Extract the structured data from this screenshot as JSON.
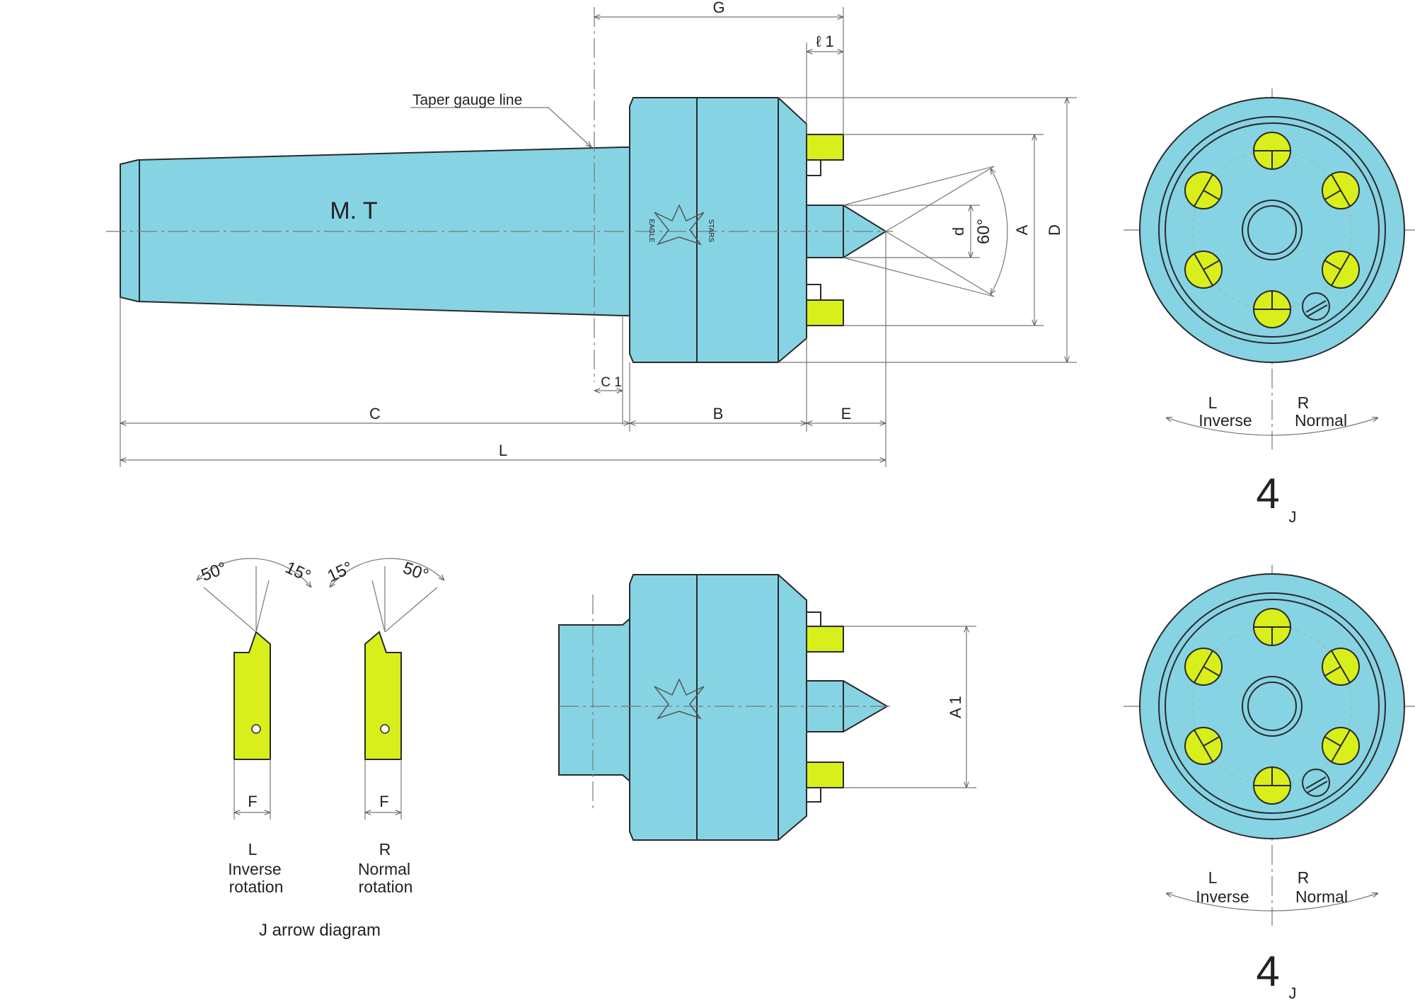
{
  "colors": {
    "body": "#86d3e3",
    "insert": "#d8ef1c",
    "line": "#2a2a2a",
    "dim": "#777777"
  },
  "labels": {
    "taper_gauge_line": "Taper gauge line",
    "mt": "M. T",
    "logo_top": "EAGLE",
    "logo_bottom": "STARS",
    "dim_G": "G",
    "dim_l1": "ℓ 1",
    "dim_C1": "C 1",
    "dim_C": "C",
    "dim_B": "B",
    "dim_E": "E",
    "dim_L": "L",
    "dim_d": "d",
    "dim_A": "A",
    "dim_D": "D",
    "dim_A1": "A 1",
    "angle_60": "60°",
    "angle_50_left": "50°",
    "angle_15_left": "15°",
    "angle_15_right": "15°",
    "angle_50_right": "50°",
    "dim_F_left": "F",
    "dim_F_right": "F",
    "blade_left_letter": "L",
    "blade_left_line1": "Inverse",
    "blade_left_line2": "rotation",
    "blade_right_letter": "R",
    "blade_right_line1": "Normal",
    "blade_right_line2": "rotation",
    "j_arrow_caption": "J arrow diagram",
    "top_view_L": "L",
    "top_view_inverse": "Inverse",
    "top_view_R": "R",
    "top_view_normal": "Normal",
    "top_view_four": "4",
    "top_view_j": "J",
    "bot_view_L": "L",
    "bot_view_inverse": "Inverse",
    "bot_view_R": "R",
    "bot_view_normal": "Normal",
    "bot_view_four": "4",
    "bot_view_j": "J"
  }
}
